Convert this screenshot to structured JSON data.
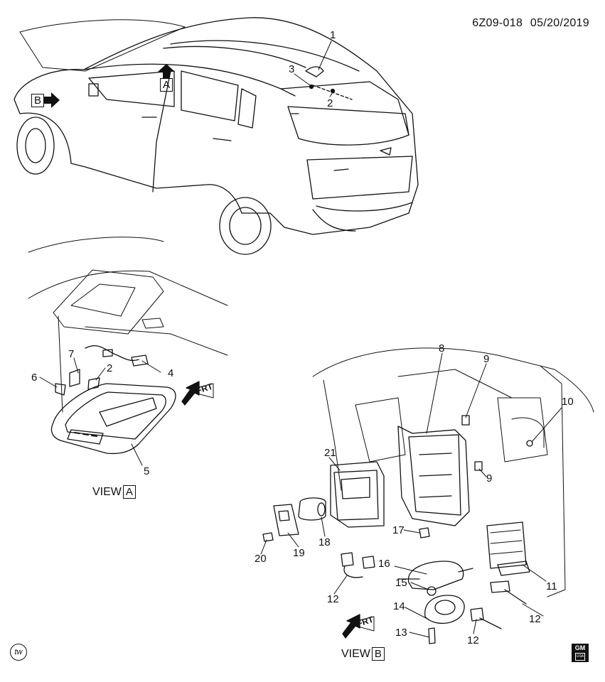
{
  "header": {
    "doc_id": "6Z09-018",
    "date": "05/20/2019"
  },
  "views": {
    "view_a": {
      "prefix": "VIEW",
      "letter": "A"
    },
    "view_b": {
      "prefix": "VIEW",
      "letter": "B"
    }
  },
  "markers": {
    "arrow_a": "A",
    "arrow_b": "B",
    "frt_a": "FRT",
    "frt_b": "FRT"
  },
  "callouts": {
    "c1": "1",
    "c2_top": "2",
    "c3": "3",
    "c7": "7",
    "c2_mid": "2",
    "c4": "4",
    "c6": "6",
    "c5": "5",
    "c8": "8",
    "c9_top": "9",
    "c10": "10",
    "c9_mid": "9",
    "c21": "21",
    "c17": "17",
    "c18": "18",
    "c19": "19",
    "c20": "20",
    "c16": "16",
    "c11": "11",
    "c15": "15",
    "c12_left": "12",
    "c14": "14",
    "c12_right": "12",
    "c13": "13",
    "c12_bottom": "12"
  },
  "logos": {
    "tw": "tw",
    "gm": "GM",
    "gm_sub": "USA"
  }
}
